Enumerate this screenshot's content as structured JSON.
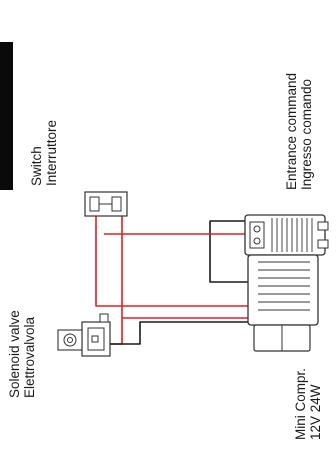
{
  "labels": {
    "entrance_en": "Entrance command",
    "entrance_it": "Ingresso comando",
    "switch_en": "Switch",
    "switch_it": "Interruttore",
    "solenoid_en": "Solenoid valve",
    "solenoid_it": "Elettrovalvola",
    "compressor_name": "Mini Compr.",
    "compressor_spec": "12V 24W"
  },
  "colors": {
    "positive_wire": "#e02020",
    "negative_wire": "#1a1a1a",
    "component_stroke": "#333333",
    "component_fill": "#ffffff",
    "terminal_gray": "#9a9a9a"
  },
  "icons": {
    "switch": "switch-icon",
    "solenoid": "solenoid-valve-icon",
    "compressor": "compressor-icon",
    "connector": "wire-terminal-icon"
  }
}
